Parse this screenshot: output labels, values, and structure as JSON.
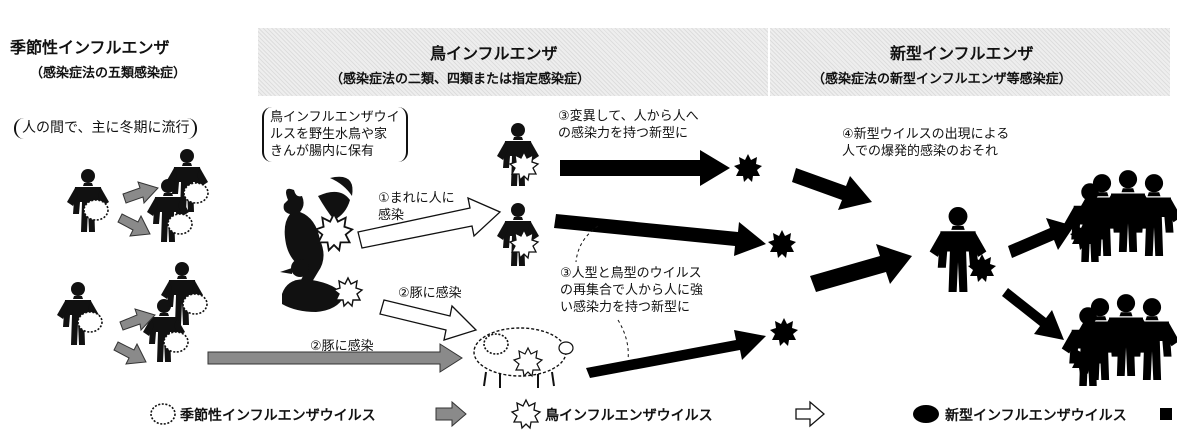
{
  "header": {
    "seasonal": {
      "title": "季節性インフルエンザ",
      "subtitle": "（感染症法の五類感染症）"
    },
    "avian": {
      "title": "鳥インフルエンザ",
      "subtitle": "（感染症法の二類、四類または指定感染症）"
    },
    "novel": {
      "title": "新型インフルエンザ",
      "subtitle": "（感染症法の新型インフルエンザ等感染症）"
    }
  },
  "notes": {
    "seasonal_flow": "人の間で、主に冬期に流行",
    "avian_carrier": [
      "鳥インフルエンザウイ",
      "ルスを野生水鳥や家",
      "きんが腸内に保有"
    ],
    "step1": [
      "①まれに人に",
      "感染"
    ],
    "step2_pig": "②豚に感染",
    "step2_bottom": "②豚に感染",
    "step3_mutation": [
      "③変異して、人から人へ",
      "の感染力を持つ新型に"
    ],
    "step3_reassortment": [
      "③人型と鳥型のウイルス",
      "の再集合で人から人に強",
      "い感染力を持つ新型に"
    ],
    "step4": [
      "④新型ウイルスの出現による",
      "人での爆発的感染のおそれ"
    ]
  },
  "legend": {
    "seasonal": "季節性インフルエンザウイルス",
    "avian": "鳥インフルエンザウイルス",
    "novel": "新型インフルエンザウイルス"
  },
  "colors": {
    "header_bg": "#eeeeee",
    "seasonal_arrow": "#8a8a8a",
    "avian_arrow": "#ffffff",
    "novel_arrow": "#000000",
    "novel_virus": "#000000"
  }
}
